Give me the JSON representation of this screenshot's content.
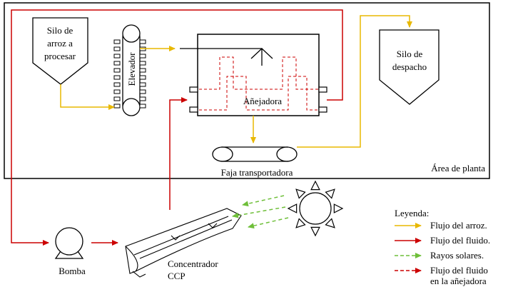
{
  "labels": {
    "silo_in": [
      "Silo de",
      "arroz a",
      "procesar"
    ],
    "silo_out": [
      "Silo de",
      "despacho"
    ],
    "elevator": "Elevador",
    "aging": "Añejadora",
    "conveyor": "Faja transportadora",
    "plant_area": "Área de planta",
    "pump": "Bomba",
    "concentrator": [
      "Concentrador",
      "CCP"
    ]
  },
  "legend": {
    "title": "Leyenda:",
    "items": [
      {
        "label": [
          "Flujo del arroz."
        ],
        "color": "#e8b800",
        "style": "solid"
      },
      {
        "label": [
          "Flujo del fluido."
        ],
        "color": "#cc0000",
        "style": "solid"
      },
      {
        "label": [
          "Rayos solares."
        ],
        "color": "#6fbf3a",
        "style": "dashed"
      },
      {
        "label": [
          "Flujo  del fluido",
          "en la añejadora"
        ],
        "color": "#cc0000",
        "style": "dashed"
      }
    ]
  },
  "colors": {
    "rice": "#e8b800",
    "fluid": "#cc0000",
    "sun": "#6fbf3a",
    "ink": "#000000"
  }
}
